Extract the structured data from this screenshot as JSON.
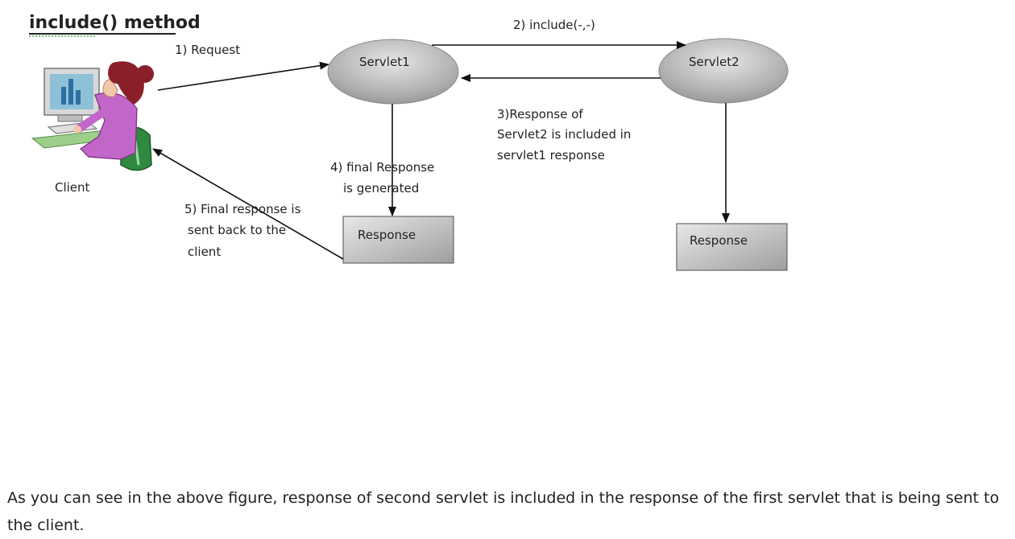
{
  "diagram": {
    "title": "include() method",
    "nodes": {
      "client": "Client",
      "servlet1": "Servlet1",
      "servlet2": "Servlet2",
      "response1": "Response",
      "response2": "Response"
    },
    "steps": {
      "step1": "1) Request",
      "step2": "2) include(-,-)",
      "step3": [
        "3)Response of",
        "Servlet2 is included  in",
        "servlet1 response"
      ],
      "step4": [
        "4) final Response",
        "is generated"
      ],
      "step5": [
        "5) Final response  is",
        "sent back to the",
        "client"
      ]
    }
  },
  "caption": "As you can see in the above figure, response of second servlet is included in the response of the first servlet that is being sent to the client.",
  "colors": {
    "ellipse": "#b8b8b8",
    "box": "#bdbdbd",
    "arrow": "#111111",
    "skin": "#f2c7a8",
    "shirt": "#c266c9",
    "hair": "#8a1f2a",
    "monitor": "#8ec0d8",
    "chair": "#2f8a3f"
  }
}
